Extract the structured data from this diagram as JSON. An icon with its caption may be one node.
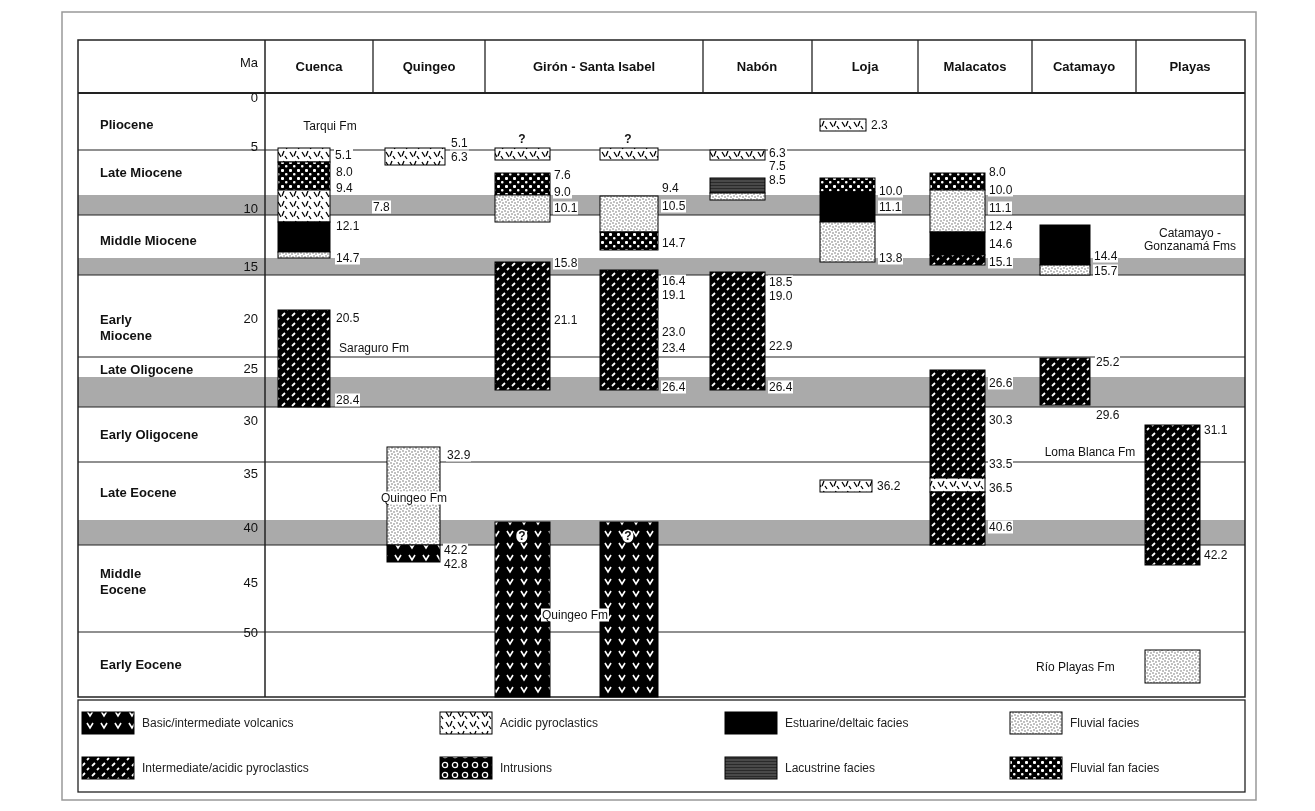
{
  "diagram": {
    "labels": [
      "Cuenca",
      "Quingeo",
      "Girón - Santa Isabel",
      "Nabón",
      "Loja",
      "Malacatos",
      "Catamayo",
      "Playas",
      "Ma",
      "0",
      "5",
      "10",
      "15",
      "20",
      "25",
      "30",
      "35",
      "40",
      "45",
      "50",
      "Pliocene",
      "Late Miocene",
      "Middle Miocene",
      "Early Miocene",
      "Late Oligocene",
      "Early Oligocene",
      "Late Eocene",
      "Middle Eocene",
      "Early Eocene",
      "Tarqui Fm",
      "5.1",
      "8.0",
      "9.4",
      "7.8",
      "12.1",
      "14.7",
      "20.5",
      "Saraguro Fm",
      "28.4",
      "5.1",
      "6.3",
      "32.9",
      "Quingeo Fm",
      "42.2",
      "42.8",
      "?",
      "7.6",
      "9.0",
      "10.1",
      "15.8",
      "21.1",
      "?",
      "?",
      "9.4",
      "10.5",
      "14.7",
      "16.4",
      "19.1",
      "23.0",
      "23.4",
      "26.4",
      "?",
      "Quingeo Fm",
      "6.3",
      "7.5",
      "8.5",
      "18.5",
      "19.0",
      "22.9",
      "26.4",
      "2.3",
      "10.0",
      "11.1",
      "13.8",
      "36.2",
      "8.0",
      "10.0",
      "11.1",
      "12.4",
      "14.6",
      "15.1",
      "26.6",
      "30.3",
      "33.5",
      "36.5",
      "40.6",
      "14.4",
      "15.7",
      "Catamayo - Gonzanamá Fms",
      "25.2",
      "29.6",
      "Loma Blanca Fm",
      "31.1",
      "42.2",
      "Río Playas Fm"
    ],
    "legend": [
      {
        "text": "Basic/intermediate volcanics"
      },
      {
        "text": "Acidic pyroclastics"
      },
      {
        "text": "Estuarine/deltaic facies",
        "color": "#000000"
      },
      {
        "text": "Fluvial facies"
      },
      {
        "text": "Intermediate/acidic pyroclastics"
      },
      {
        "text": "Intrusions"
      },
      {
        "text": "Lacustrine facies"
      },
      {
        "text": "Fluvial fan facies"
      }
    ]
  }
}
